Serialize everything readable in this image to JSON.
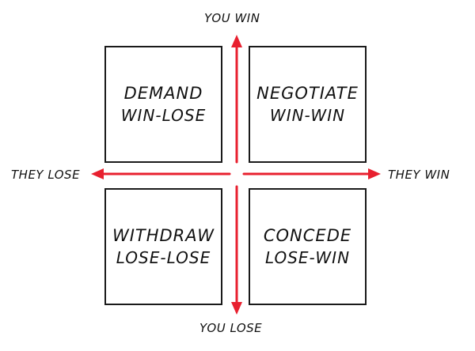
{
  "axes": {
    "top": "YOU WIN",
    "bottom": "YOU LOSE",
    "left": "THEY LOSE",
    "right": "THEY WIN",
    "color": "#e8202f"
  },
  "quadrants": [
    {
      "title": "DEMAND",
      "subtitle": "WIN-LOSE"
    },
    {
      "title": "NEGOTIATE",
      "subtitle": "WIN-WIN"
    },
    {
      "title": "WITHDRAW",
      "subtitle": "LOSE-LOSE"
    },
    {
      "title": "CONCEDE",
      "subtitle": "LOSE-WIN"
    }
  ]
}
